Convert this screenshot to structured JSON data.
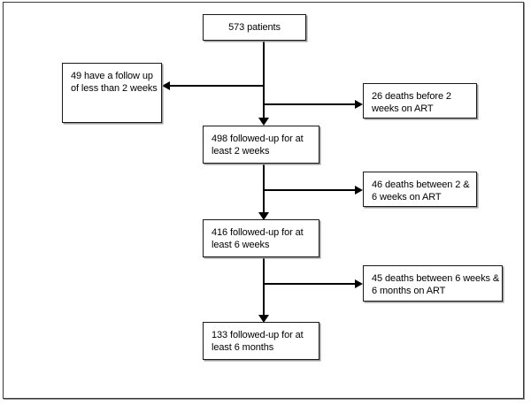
{
  "diagram": {
    "title": "Patient follow-up flow diagram",
    "type": "flowchart",
    "orientation": "top-to-bottom-with-side-branches",
    "colors": {
      "box_border": "#1a1a1a",
      "box_fill": "#ffffff",
      "connector": "#000000",
      "frame_border": "#3a3a3a",
      "text": "#000000"
    },
    "nodes": {
      "cohort_start": {
        "label": "573 patients",
        "count": 573
      },
      "excluded_short_followup": {
        "label": "49 have a follow up of less than 2 weeks",
        "count": 49
      },
      "deaths_before_2_weeks": {
        "label": "26 deaths before 2 weeks on ART",
        "count": 26
      },
      "followup_2_weeks": {
        "label": "498 followed-up for at least 2 weeks",
        "count": 498
      },
      "deaths_2_to_6_weeks": {
        "label": "46 deaths between 2 & 6 weeks on ART",
        "count": 46
      },
      "followup_6_weeks": {
        "label": "416 followed-up for at least 6 weeks",
        "count": 416
      },
      "deaths_6_weeks_to_6_months": {
        "label": "45 deaths between 6 weeks & 6 months on ART",
        "count": 45
      },
      "followup_6_months": {
        "label": "133 followed-up for at least 6 months",
        "count": 133
      }
    },
    "edges": [
      {
        "from": "cohort_start",
        "to": "excluded_short_followup",
        "direction": "left"
      },
      {
        "from": "cohort_start",
        "to": "deaths_before_2_weeks",
        "direction": "right"
      },
      {
        "from": "cohort_start",
        "to": "followup_2_weeks",
        "direction": "down"
      },
      {
        "from": "followup_2_weeks",
        "to": "deaths_2_to_6_weeks",
        "direction": "right"
      },
      {
        "from": "followup_2_weeks",
        "to": "followup_6_weeks",
        "direction": "down"
      },
      {
        "from": "followup_6_weeks",
        "to": "deaths_6_weeks_to_6_months",
        "direction": "right"
      },
      {
        "from": "followup_6_weeks",
        "to": "followup_6_months",
        "direction": "down"
      }
    ]
  }
}
